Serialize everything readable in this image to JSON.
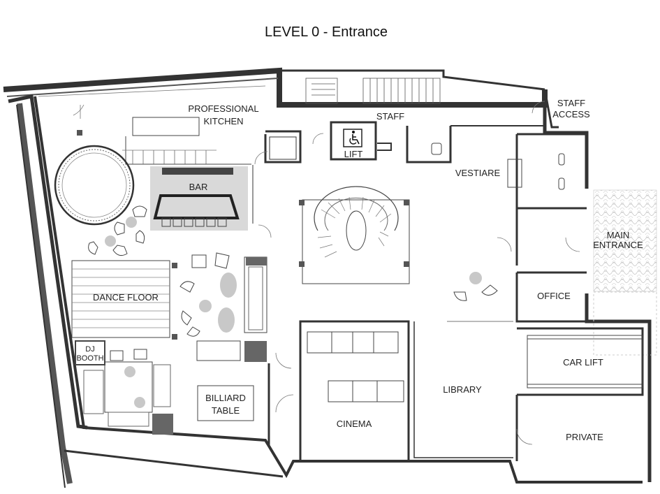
{
  "title": "LEVEL 0 - Entrance",
  "rooms": {
    "kitchen": [
      "PROFESSIONAL",
      "KITCHEN"
    ],
    "staff": "STAFF",
    "staff_access": [
      "STAFF",
      "ACCESS"
    ],
    "lift": "LIFT",
    "bar": "BAR",
    "vestiare": "VESTIARE",
    "main_entrance": [
      "MAIN",
      "ENTRANCE"
    ],
    "dance_floor": "DANCE FLOOR",
    "office": "OFFICE",
    "dj_booth": [
      "DJ",
      "BOOTH"
    ],
    "car_lift": "CAR LIFT",
    "billiard": [
      "BILLIARD",
      "TABLE"
    ],
    "library": "LIBRARY",
    "cinema": "CINEMA",
    "private": "PRIVATE"
  },
  "icons": {
    "accessibility": "wheelchair-icon"
  },
  "colors": {
    "wall": "#333333",
    "bar_fill": "#d9d9d9",
    "furniture_grey": "#c8c8c8",
    "dark_block": "#666666"
  }
}
